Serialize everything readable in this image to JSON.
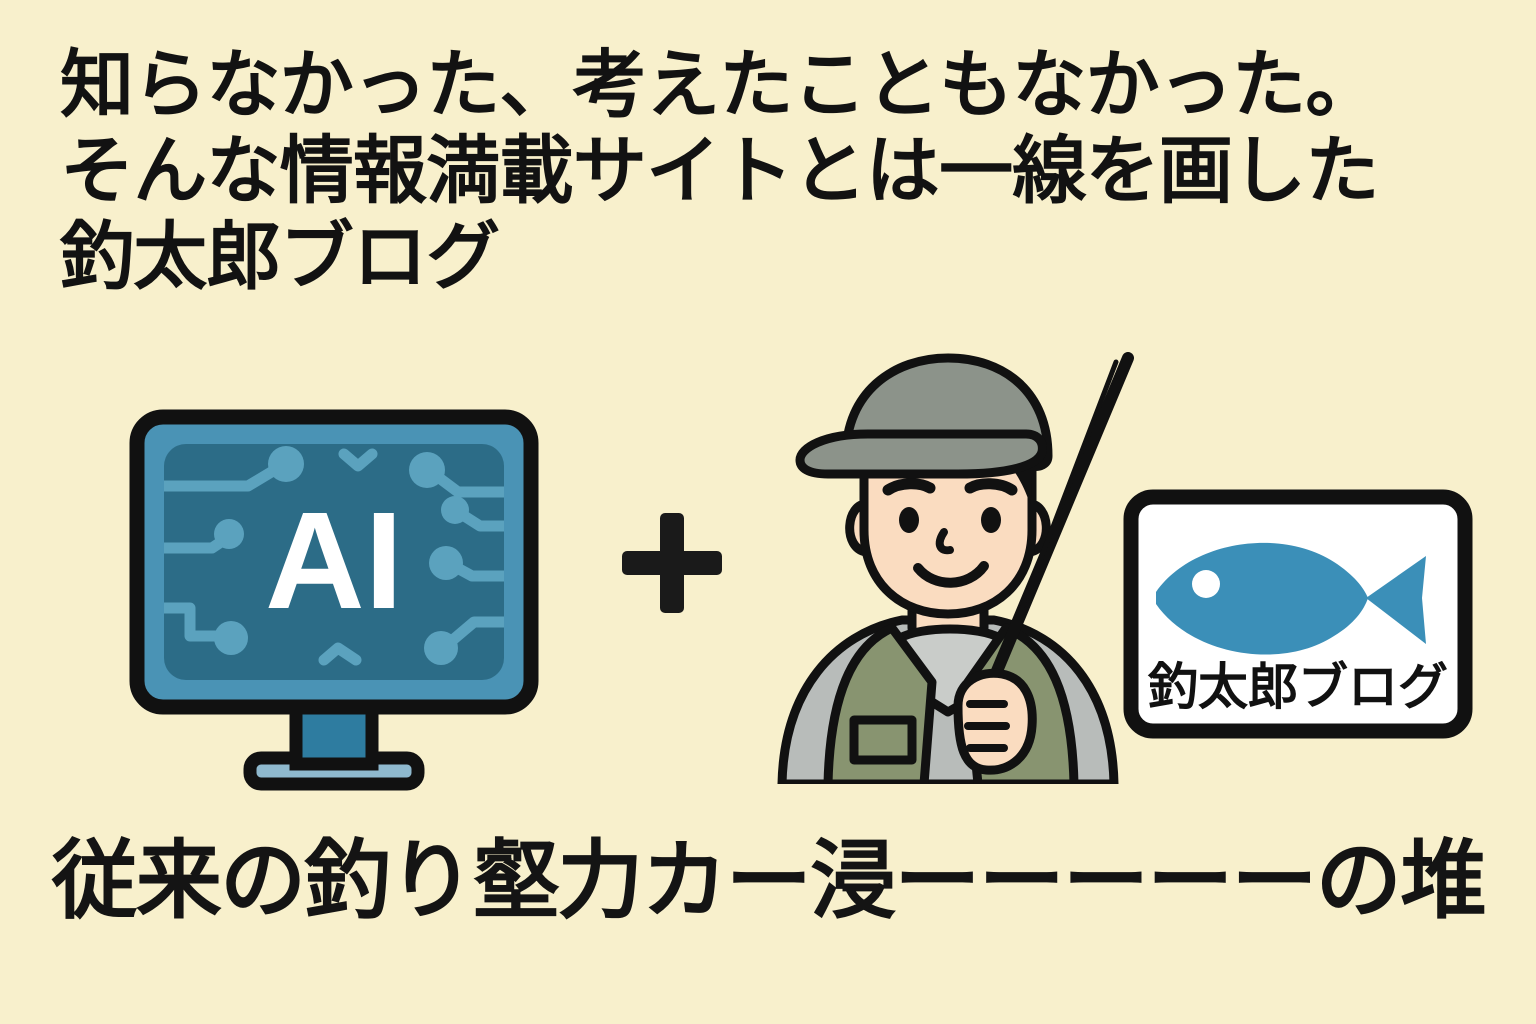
{
  "page": {
    "background_color": "#F8F0CC",
    "text_color": "#121212"
  },
  "headline": {
    "lines": [
      "知らなかった、考えたこともなかった。",
      "そんな情報満載サイトとは一線を画した",
      "釣太郎ブログ"
    ]
  },
  "caption": {
    "text": "従来の釣り壑力カー浸ーーーーーの堆"
  },
  "graphics": {
    "monitor": {
      "label": "AI",
      "screen_color": "#2C6C87",
      "trace_color": "#5BA2BE",
      "bezel_color": "#4A93B5",
      "stand_color": "#2E7CA0",
      "base_color": "#8FB9CE",
      "outline_color": "#111111"
    },
    "plus": {
      "symbol": "+",
      "color": "#1A1A1A"
    },
    "angler": {
      "hat_color": "#8C938A",
      "skin_color": "#FADCC0",
      "vest_color": "#889470",
      "shirt_color": "#B8BCBA",
      "tee_color": "#C9CCC9",
      "rod_color": "#111111",
      "outline_color": "#111111"
    },
    "logo": {
      "title": "釣太郎ブログ",
      "card_color": "#FFFFFF",
      "fish_color": "#3B8FB8",
      "border_color": "#111111"
    }
  }
}
